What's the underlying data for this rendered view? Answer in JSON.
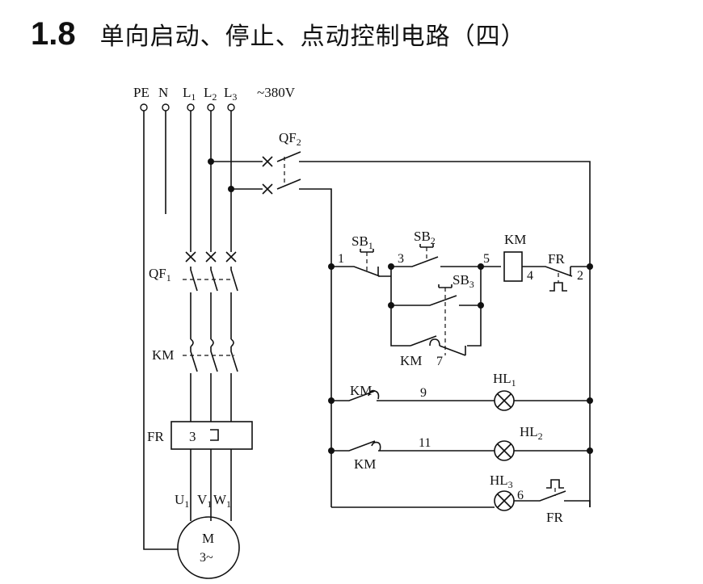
{
  "header": {
    "number": "1.8",
    "title": "单向启动、停止、点动控制电路（四）"
  },
  "supply": {
    "pe": "PE",
    "n": "N",
    "l1": "L",
    "l1_sub": "1",
    "l2": "L",
    "l2_sub": "2",
    "l3": "L",
    "l3_sub": "3",
    "voltage": "~380V"
  },
  "power_circuit": {
    "qf1": "QF",
    "qf1_sub": "1",
    "km": "KM",
    "fr": "FR",
    "fr_number": "3",
    "u": "U",
    "u_sub": "1",
    "v": "V",
    "v_sub": "1",
    "w": "W",
    "w_sub": "1",
    "motor_label": "M",
    "motor_type": "3~"
  },
  "control_circuit": {
    "qf2": "QF",
    "qf2_sub": "2",
    "sb1": "SB",
    "sb1_sub": "1",
    "sb2": "SB",
    "sb2_sub": "2",
    "sb3": "SB",
    "sb3_sub": "3",
    "km_coil": "KM",
    "fr_contact": "FR",
    "km_hold": "KM",
    "km_no": "KM",
    "km_nc": "KM",
    "fr_lamp": "FR",
    "hl1": "HL",
    "hl1_sub": "1",
    "hl2": "HL",
    "hl2_sub": "2",
    "hl3": "HL",
    "hl3_sub": "3",
    "node_1": "1",
    "node_2": "2",
    "node_3": "3",
    "node_4": "4",
    "node_5": "5",
    "node_6": "6",
    "node_7": "7",
    "node_9": "9",
    "node_11": "11"
  }
}
